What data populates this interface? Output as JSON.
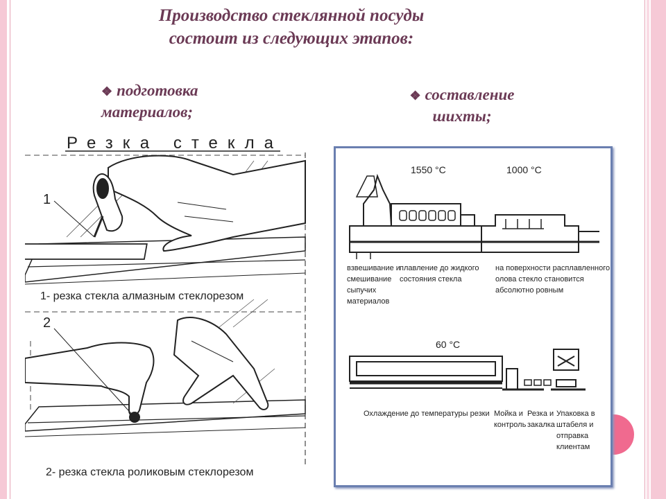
{
  "title_lines": [
    "Производство стеклянной посуды",
    "состоит из следующих этапов:"
  ],
  "bullets": {
    "first": {
      "line1": "подготовка",
      "line2": "материалов;"
    },
    "second": {
      "line1": "составление",
      "line2": "шихты;"
    }
  },
  "left_figure": {
    "heading": "Резка стекла",
    "marker1": "1",
    "marker2": "2",
    "caption1": "1- резка стекла алмазным стеклорезом",
    "caption2": "2- резка стекла роликовым стеклорезом"
  },
  "right_figure": {
    "temp1": "1550 °C",
    "temp2": "1000 °C",
    "temp3": "60 °C",
    "cap_weigh": [
      "взвешивание и",
      "смешивание",
      "сыпучих",
      "материалов"
    ],
    "cap_melt": [
      "плавление до жидкого",
      "состояния стекла"
    ],
    "cap_surface": [
      "на поверхности расплавленного",
      "олова стекло становится",
      "абсолютно ровным"
    ],
    "cap_cool": "Охлаждение до температуры резки",
    "cap_wash": [
      "Мойка и",
      "контроль"
    ],
    "cap_cut": [
      "Резка и",
      "закалка"
    ],
    "cap_pack": [
      "Упаковка в",
      "штабеля и",
      "отправка",
      "клиентам"
    ]
  },
  "colors": {
    "title": "#6b3a55",
    "frame_pink": "#f6c9d6",
    "accent_circle": "#f06a8f",
    "panel_border": "#6a7fb0"
  }
}
